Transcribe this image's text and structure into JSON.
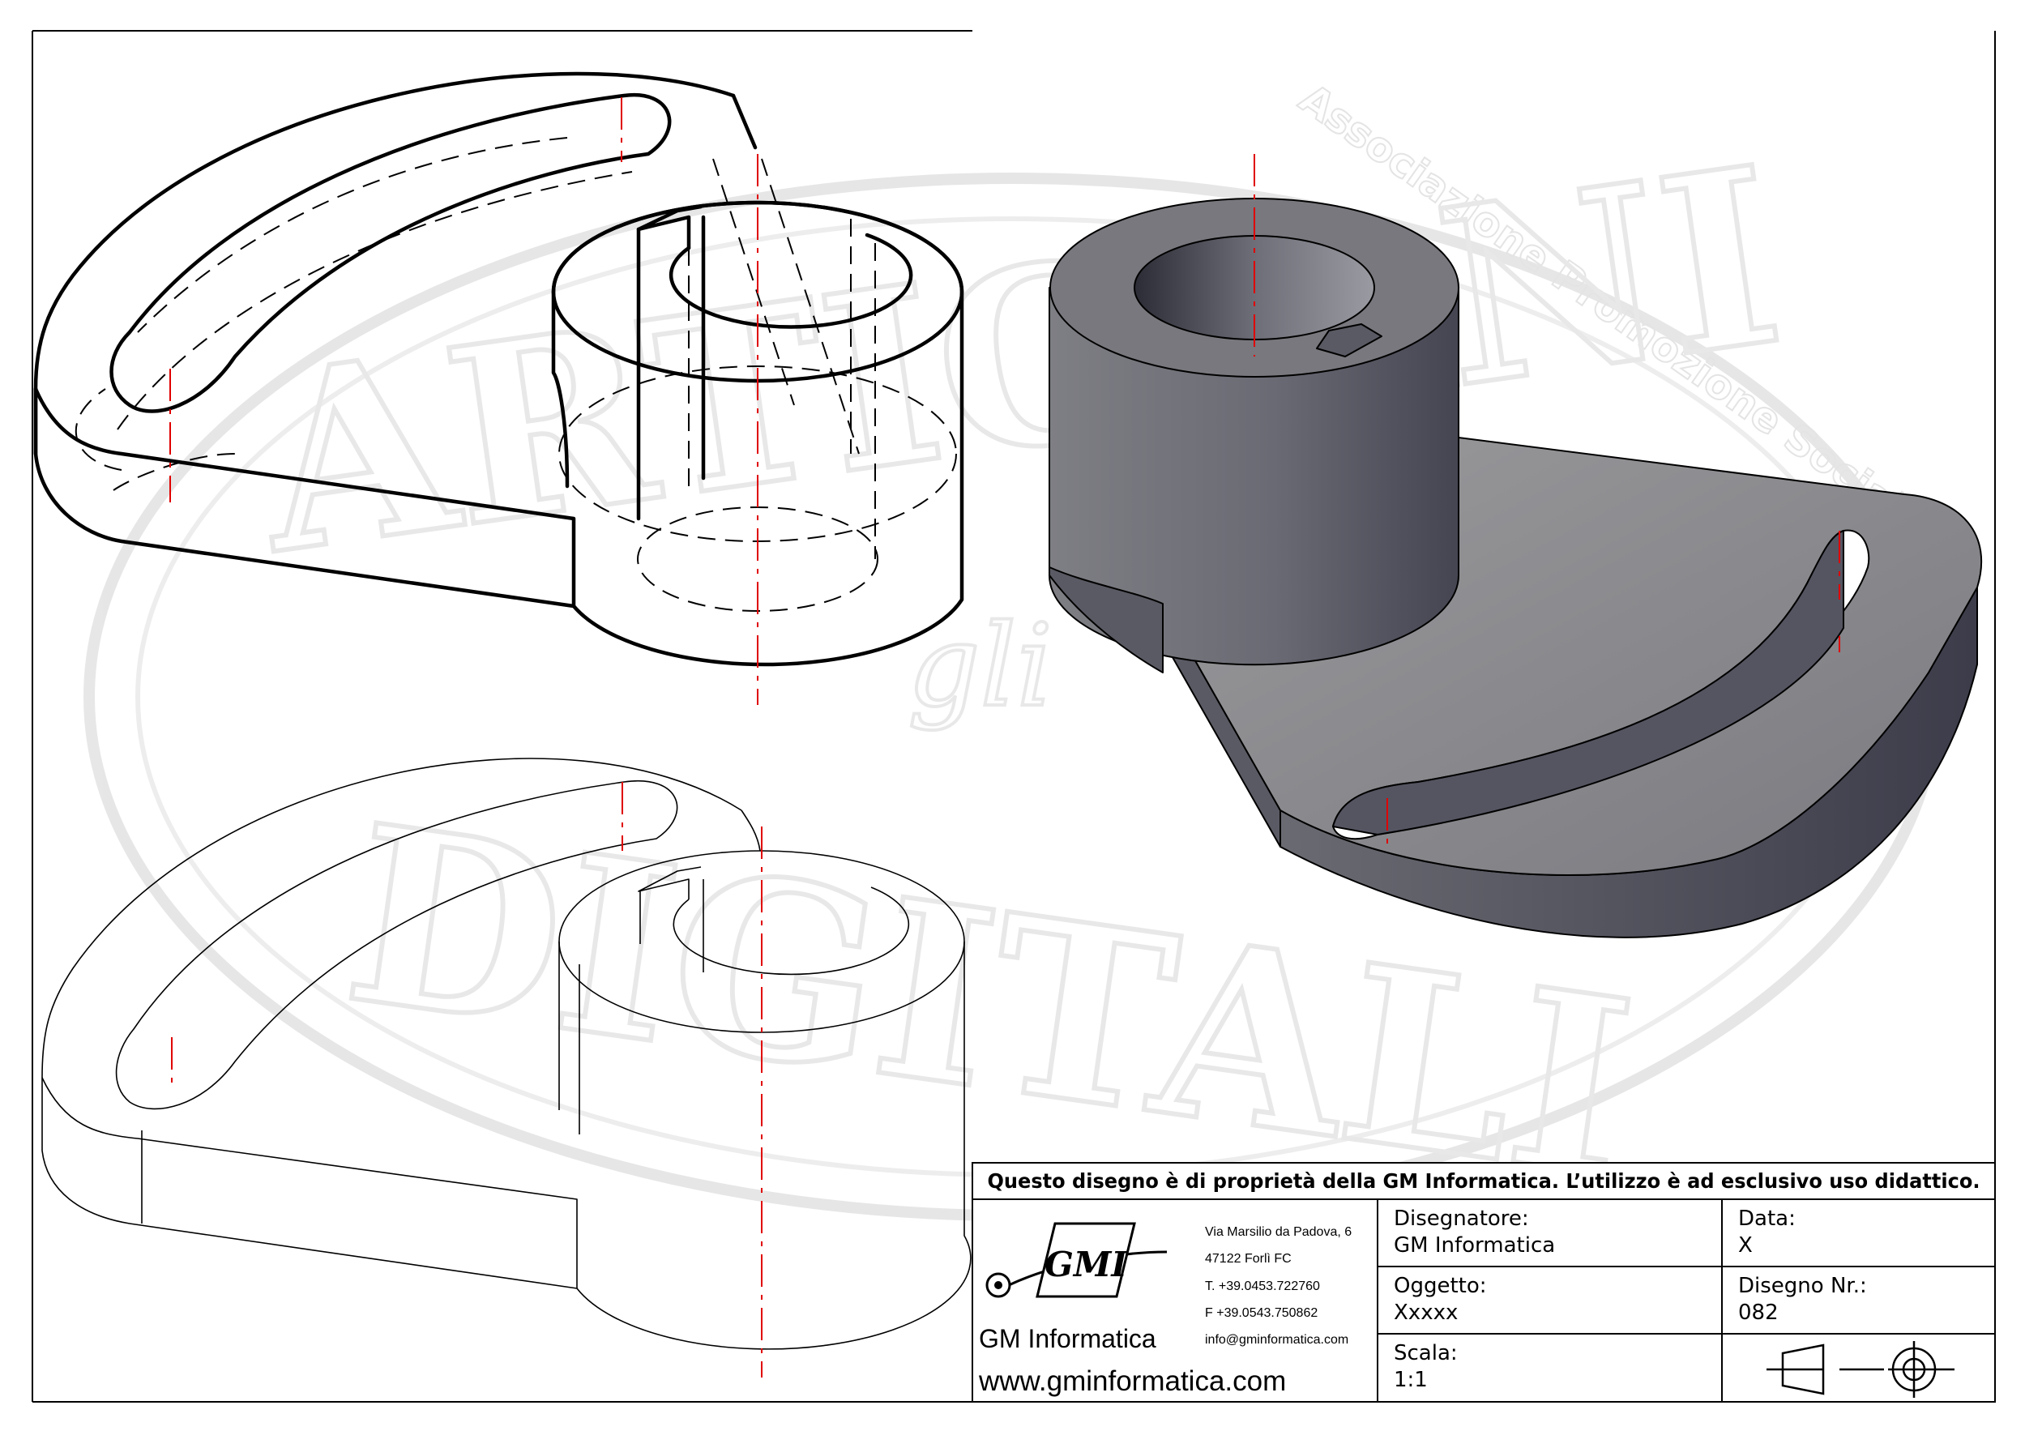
{
  "watermark": {
    "line1": "Associazione Promozione Sociale",
    "line2": "ARTIGIANI",
    "line3": "gli",
    "line4": "DIGITALI"
  },
  "title_block": {
    "notice": "Questo disegno è di proprietà della GM Informatica. L’utilizzo è ad esclusivo uso didattico.",
    "company_name": "GM Informatica",
    "logo_text": "GMI",
    "address_line1": "Via Marsilio da Padova, 6",
    "address_line2": "47122  Forlì  FC",
    "phone": "T. +39.0453.722760",
    "fax": "F +39.0543.750862",
    "email": "info@gminformatica.com",
    "website": "www.gminformatica.com",
    "designer_label": "Disegnatore:",
    "designer_value": "GM  Informatica",
    "object_label": "Oggetto:",
    "object_value": "Xxxxx",
    "scale_label": "Scala:",
    "scale_value": "1:1",
    "date_label": "Data:",
    "date_value": "X",
    "drawing_no_label": "Disegno  Nr.:",
    "drawing_no_value": "082",
    "projection_symbol": "first-angle-projection-symbol"
  },
  "colors": {
    "line": "#000000",
    "centerline": "#e00000",
    "watermark": "#e6e6e6",
    "solid_light": "#8a8a8c",
    "solid_dark": "#4a4a56"
  }
}
